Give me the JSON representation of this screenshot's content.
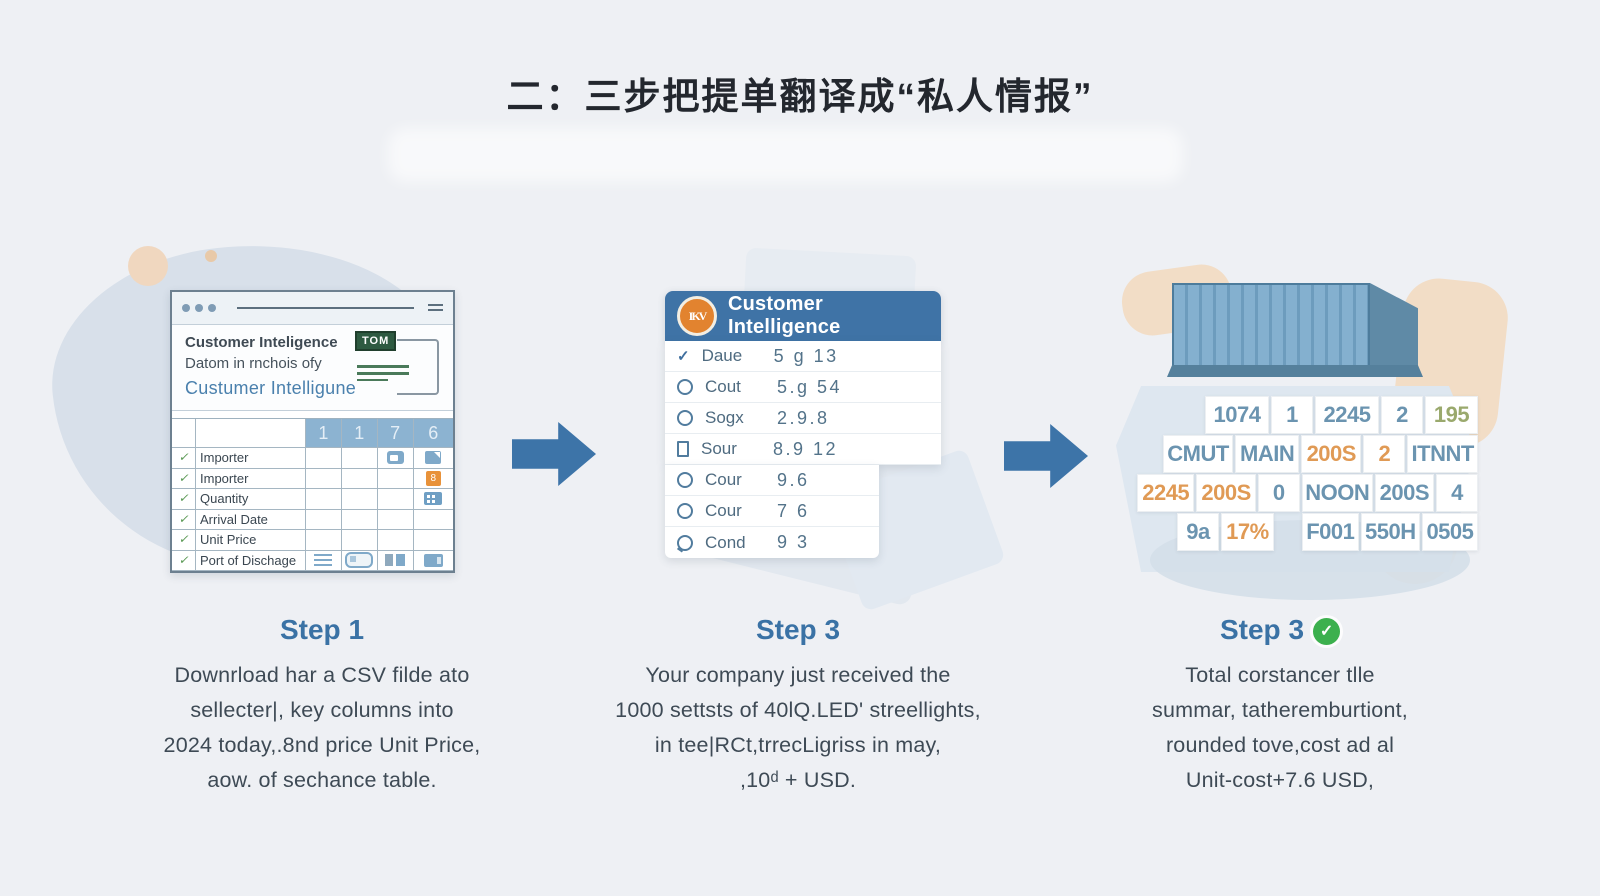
{
  "title": "二：三步把提单翻译成“私人情报”",
  "glyphs": {
    "row_check": "✓",
    "badge_check": "✓"
  },
  "steps": [
    {
      "label": "Step 1",
      "description": "Downrload har a CSV filde ato\nsellecter|, key columns into\n2024 today,.8nd price Unit Price,\naow. of sechance table."
    },
    {
      "label": "Step 3",
      "description": "Your company just received the\n1000 settsts of 40lQ.LED' streellights,\nin tee|RCt,trrecLigriss in may,\n,10ᵈ + USD."
    },
    {
      "label": "Step 3",
      "badge": "done",
      "description": "Total corstancer tlle\nsummar, tatheremburtiont,\nrounded tove,cost ad al\nUnit-cost+7.6 USD,"
    }
  ],
  "spreadsheet": {
    "info_line1": "Customer Inteligence",
    "info_line2": "Datom in rnchois ofy",
    "info_link": "Custumer Intelligune",
    "doc_badge": "TOM",
    "column_headers": [
      "1",
      "1",
      "7",
      "6"
    ],
    "rows": [
      {
        "label": "Importer",
        "icons": [
          "",
          "",
          "win-blue",
          "doc-blue"
        ]
      },
      {
        "label": "Importer",
        "icons": [
          "",
          "",
          "",
          "orange-badge"
        ]
      },
      {
        "label": "Quantity",
        "icons": [
          "",
          "",
          "",
          "calc-blue"
        ]
      },
      {
        "label": "Arrival Date",
        "icons": [
          "",
          "",
          "",
          ""
        ]
      },
      {
        "label": "Unit Price",
        "icons": [
          "",
          "",
          "",
          ""
        ]
      },
      {
        "label": "Port of Dischage",
        "icons": [
          "lines-blue",
          "pill-blue",
          "bars-blue",
          "truck-blue"
        ]
      }
    ]
  },
  "intel_card": {
    "logo_text": "IKV",
    "title": "Customer Intelligence",
    "rows": [
      {
        "icon": "check",
        "label": "Daue",
        "value": "5 g 13"
      },
      {
        "icon": "circle",
        "label": "Cout",
        "value": "5.g 54"
      },
      {
        "icon": "circle",
        "label": "Sogx",
        "value": "2.9.8"
      },
      {
        "icon": "square",
        "label": "Sour",
        "value": "8.9 12"
      },
      {
        "icon": "circle",
        "label": "Cour",
        "value": "9.6"
      },
      {
        "icon": "circle",
        "label": "Cour",
        "value": "7 6"
      },
      {
        "icon": "partial",
        "label": "Cond",
        "value": "9 3"
      }
    ]
  },
  "tiles": {
    "rows": [
      [
        {
          "t": "1074",
          "c": "blue"
        },
        {
          "t": "1",
          "c": "blue"
        },
        {
          "t": "2245",
          "c": "blue"
        },
        {
          "t": "2",
          "c": "blue"
        },
        {
          "t": "195",
          "c": "green"
        }
      ],
      [
        {
          "t": "CMUT",
          "c": "blue"
        },
        {
          "t": "MAIN",
          "c": "blue"
        },
        {
          "t": "200S",
          "c": "orange"
        },
        {
          "t": "2",
          "c": "orange"
        },
        {
          "t": "ITNNT",
          "c": "blue"
        }
      ],
      [
        {
          "t": "2245",
          "c": "orange"
        },
        {
          "t": "200S",
          "c": "orange"
        },
        {
          "t": "0",
          "c": "blue"
        },
        {
          "t": "NOON",
          "c": "blue"
        },
        {
          "t": "200S",
          "c": "blue"
        },
        {
          "t": "4",
          "c": "blue"
        }
      ],
      [
        {
          "t": "9a",
          "c": "blue"
        },
        {
          "t": "17%",
          "c": "orange"
        },
        {
          "t": "F001",
          "c": "blue",
          "gap": true
        },
        {
          "t": "550H",
          "c": "blue"
        },
        {
          "t": "0505",
          "c": "blue"
        }
      ]
    ]
  },
  "colors": {
    "accent_blue": "#3d74a8",
    "card_header_blue": "#3f73a6",
    "orange": "#e2832f",
    "green_check_badge": "#3cb04e",
    "tile_blue": "#6b94b0",
    "tile_orange": "#e09a55",
    "tile_green": "#9aa96d"
  }
}
